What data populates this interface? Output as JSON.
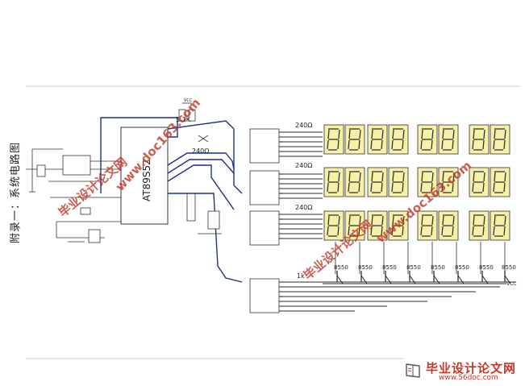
{
  "title": "附录一：系统电路图",
  "mcu": {
    "label": "AT89S52"
  },
  "resistors": {
    "r1": "5.1K",
    "r2": "240Ω",
    "r3": "240Ω",
    "r4": "240Ω",
    "r5": "240Ω",
    "r6": "1k"
  },
  "transistor_label": "8550",
  "transistor_count": 8,
  "vcc_label": "VCC",
  "watermarks": {
    "site_a": "www.doc163.com",
    "site_b": "毕业设计论文网"
  },
  "brand": {
    "name": "毕业设计论文网",
    "url": "www.56doc.com"
  },
  "colors": {
    "wire_blue": "#1f2f8a",
    "wire_dark": "#2a2a2a",
    "display_fill": "#f6f0a8",
    "display_border": "#444444",
    "watermark": "#c0392b"
  }
}
